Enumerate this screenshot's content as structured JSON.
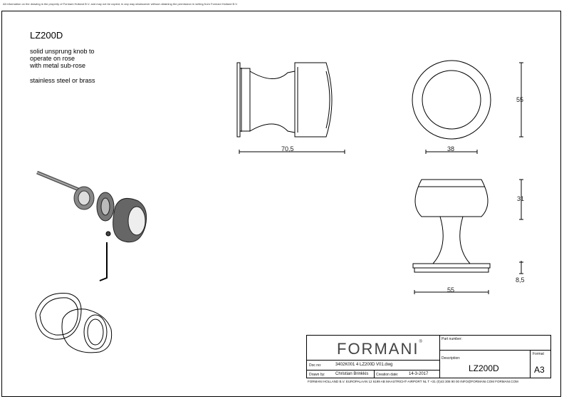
{
  "disclaimer": "All information on the drawing is the property of Formani Holland B.V. and may not be copied, in any way whatsoever without obtaining the permission in writing from Formani Holland B.V.",
  "product": {
    "code": "LZ200D",
    "description_lines": [
      "solid unsprung knob to",
      "operate on rose",
      "with metal sub-rose"
    ],
    "material": "stainless steel or brass"
  },
  "dimensions": {
    "side_length": "70,5",
    "front_diameter_small": "38",
    "front_diameter_large": "55",
    "top_width": "55",
    "top_head": "31",
    "top_rose": "8,5"
  },
  "title_block": {
    "brand": "FORMANI",
    "brand_mark": "®",
    "part_number_label": "Part number:",
    "description_label": "Description:",
    "description_value": "LZ200D",
    "format_label": "Format",
    "format_value": "A3",
    "doc_no_label": "Doc no:",
    "doc_no_value": "3402K001 4 LZ200D V01.dwg",
    "drawn_by_label": "Drawn by:",
    "drawn_by_value": "Christian Brinkkis",
    "creation_date_label": "Creation date:",
    "creation_date_value": "14-3-2017",
    "footer": "FORMANI HOLLAND B.V.  EUROPALAAN 12  6199 AB MAASTRICHT-AIRPORT NL  T +31 (0)43 308 90 00 INFO@FORMANI.COM FORMANI.COM"
  }
}
